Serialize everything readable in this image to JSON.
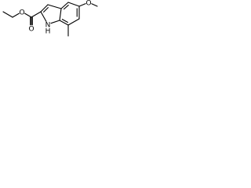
{
  "molecule": {
    "atoms": [
      {
        "id": "me1",
        "label": ""
      },
      {
        "id": "ch2",
        "label": ""
      },
      {
        "id": "o_ester",
        "label": "O"
      },
      {
        "id": "c_carbonyl",
        "label": ""
      },
      {
        "id": "o_carbonyl",
        "label": "O"
      },
      {
        "id": "c2",
        "label": ""
      },
      {
        "id": "c3",
        "label": ""
      },
      {
        "id": "c3a",
        "label": ""
      },
      {
        "id": "c4",
        "label": ""
      },
      {
        "id": "c5",
        "label": ""
      },
      {
        "id": "o_methoxy",
        "label": "O"
      },
      {
        "id": "me_methoxy",
        "label": ""
      },
      {
        "id": "c6",
        "label": ""
      },
      {
        "id": "c7",
        "label": ""
      },
      {
        "id": "me7",
        "label": ""
      },
      {
        "id": "c7a",
        "label": ""
      },
      {
        "id": "n1",
        "label": "N"
      },
      {
        "id": "h_n1",
        "label": "H"
      }
    ],
    "bonds": [
      {
        "from": "me1",
        "to": "ch2",
        "order": 1
      },
      {
        "from": "ch2",
        "to": "o_ester",
        "order": 1
      },
      {
        "from": "o_ester",
        "to": "c_carbonyl",
        "order": 1
      },
      {
        "from": "c_carbonyl",
        "to": "o_carbonyl",
        "order": 2
      },
      {
        "from": "c_carbonyl",
        "to": "c2",
        "order": 1
      },
      {
        "from": "c2",
        "to": "c3",
        "order": 2
      },
      {
        "from": "c3",
        "to": "c3a",
        "order": 1
      },
      {
        "from": "c3a",
        "to": "c4",
        "order": 2
      },
      {
        "from": "c4",
        "to": "c5",
        "order": 1
      },
      {
        "from": "c5",
        "to": "o_methoxy",
        "order": 1
      },
      {
        "from": "o_methoxy",
        "to": "me_methoxy",
        "order": 1
      },
      {
        "from": "c5",
        "to": "c6",
        "order": 2
      },
      {
        "from": "c6",
        "to": "c7",
        "order": 1
      },
      {
        "from": "c7",
        "to": "me7",
        "order": 1
      },
      {
        "from": "c7",
        "to": "c7a",
        "order": 2
      },
      {
        "from": "c7a",
        "to": "c3a",
        "order": 1
      },
      {
        "from": "c7a",
        "to": "n1",
        "order": 1
      },
      {
        "from": "n1",
        "to": "c2",
        "order": 1
      }
    ]
  }
}
